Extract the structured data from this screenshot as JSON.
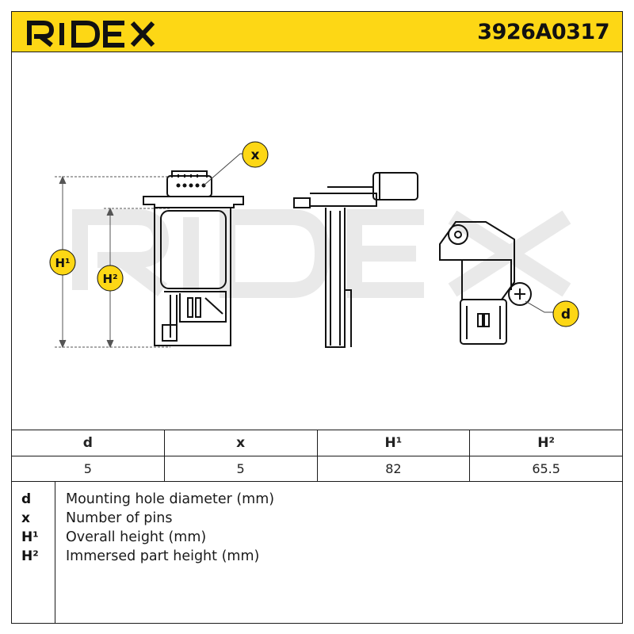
{
  "header": {
    "brand": "RIDEX",
    "part_number": "3926A0317",
    "accent_color": "#fdd715"
  },
  "drawing": {
    "watermark": "RIDEX",
    "callouts": {
      "x": "x",
      "d": "d",
      "h1": "H¹",
      "h2": "H²"
    },
    "callout_color": "#fdd715"
  },
  "dimensions_table": {
    "headers": [
      "d",
      "x",
      "H¹",
      "H²"
    ],
    "values": [
      "5",
      "5",
      "82",
      "65.5"
    ]
  },
  "legend": [
    {
      "key": "d",
      "description": "Mounting hole diameter (mm)"
    },
    {
      "key": "x",
      "description": "Number of pins"
    },
    {
      "key": "H¹",
      "description": "Overall height (mm)"
    },
    {
      "key": "H²",
      "description": "Immersed part height (mm)"
    }
  ]
}
